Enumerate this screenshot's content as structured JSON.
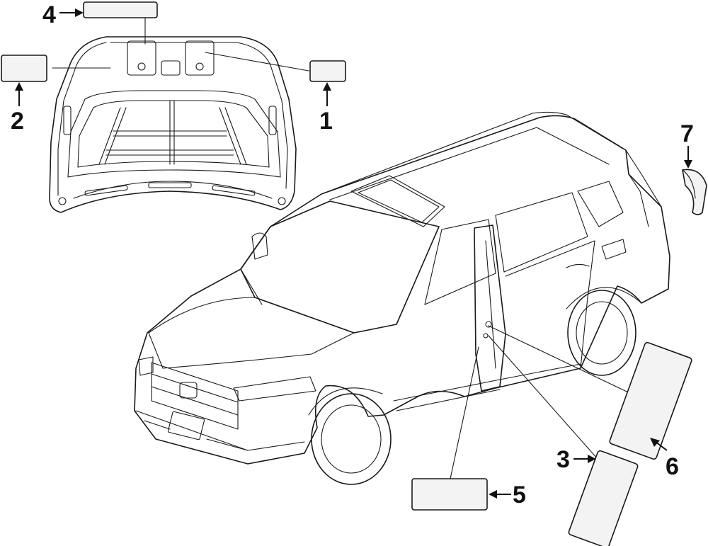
{
  "callouts": [
    {
      "id": "1",
      "text": "1"
    },
    {
      "id": "2",
      "text": "2"
    },
    {
      "id": "3",
      "text": "3"
    },
    {
      "id": "4",
      "text": "4"
    },
    {
      "id": "5",
      "text": "5"
    },
    {
      "id": "6",
      "text": "6"
    },
    {
      "id": "7",
      "text": "7"
    }
  ],
  "colors": {
    "line": "#1a1a1a",
    "label_fill": "#f3f3f3",
    "background": "#ffffff"
  }
}
